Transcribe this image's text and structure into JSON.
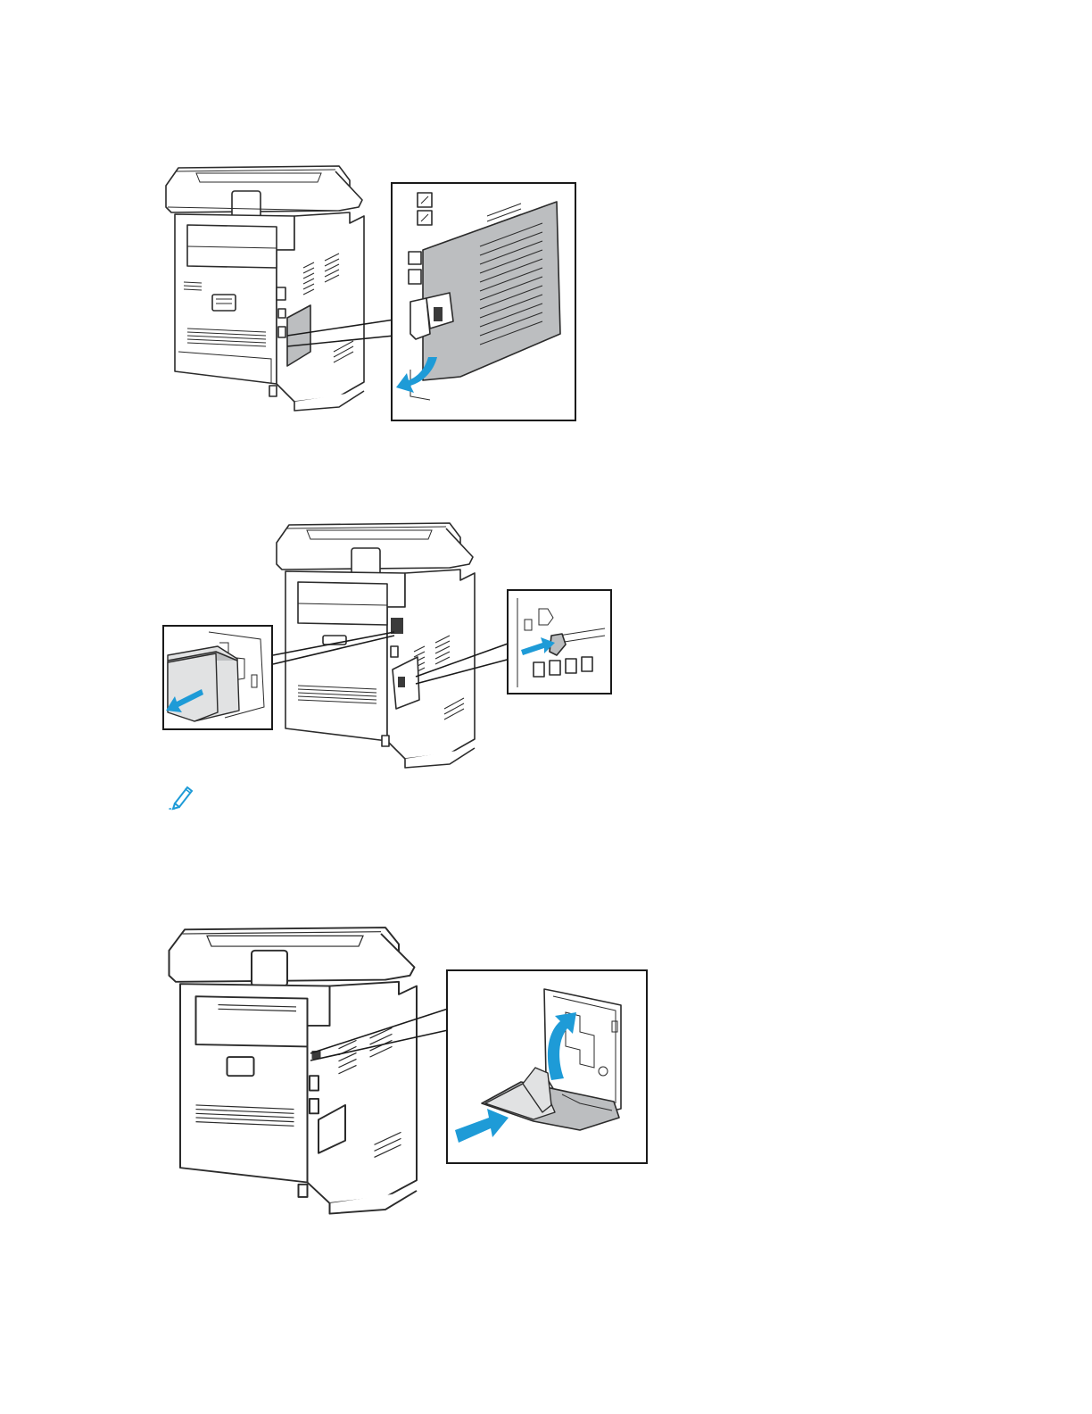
{
  "figures": [
    {
      "id": "step-1",
      "icons": [
        "printer-rear-icon",
        "rear-cover-callout-icon",
        "arrow-open-icon"
      ],
      "accent_color": "#1e9bd7"
    },
    {
      "id": "step-2",
      "icons": [
        "printer-rear-icon",
        "module-removal-callout-icon",
        "connector-callout-icon"
      ],
      "accent_color": "#1e9bd7"
    },
    {
      "id": "step-3",
      "icons": [
        "printer-rear-icon",
        "card-install-callout-icon",
        "arrow-insert-icon",
        "arrow-close-icon"
      ],
      "accent_color": "#1e9bd7"
    }
  ],
  "note": {
    "icon": "pencil-note-icon",
    "color": "#1e9bd7"
  }
}
